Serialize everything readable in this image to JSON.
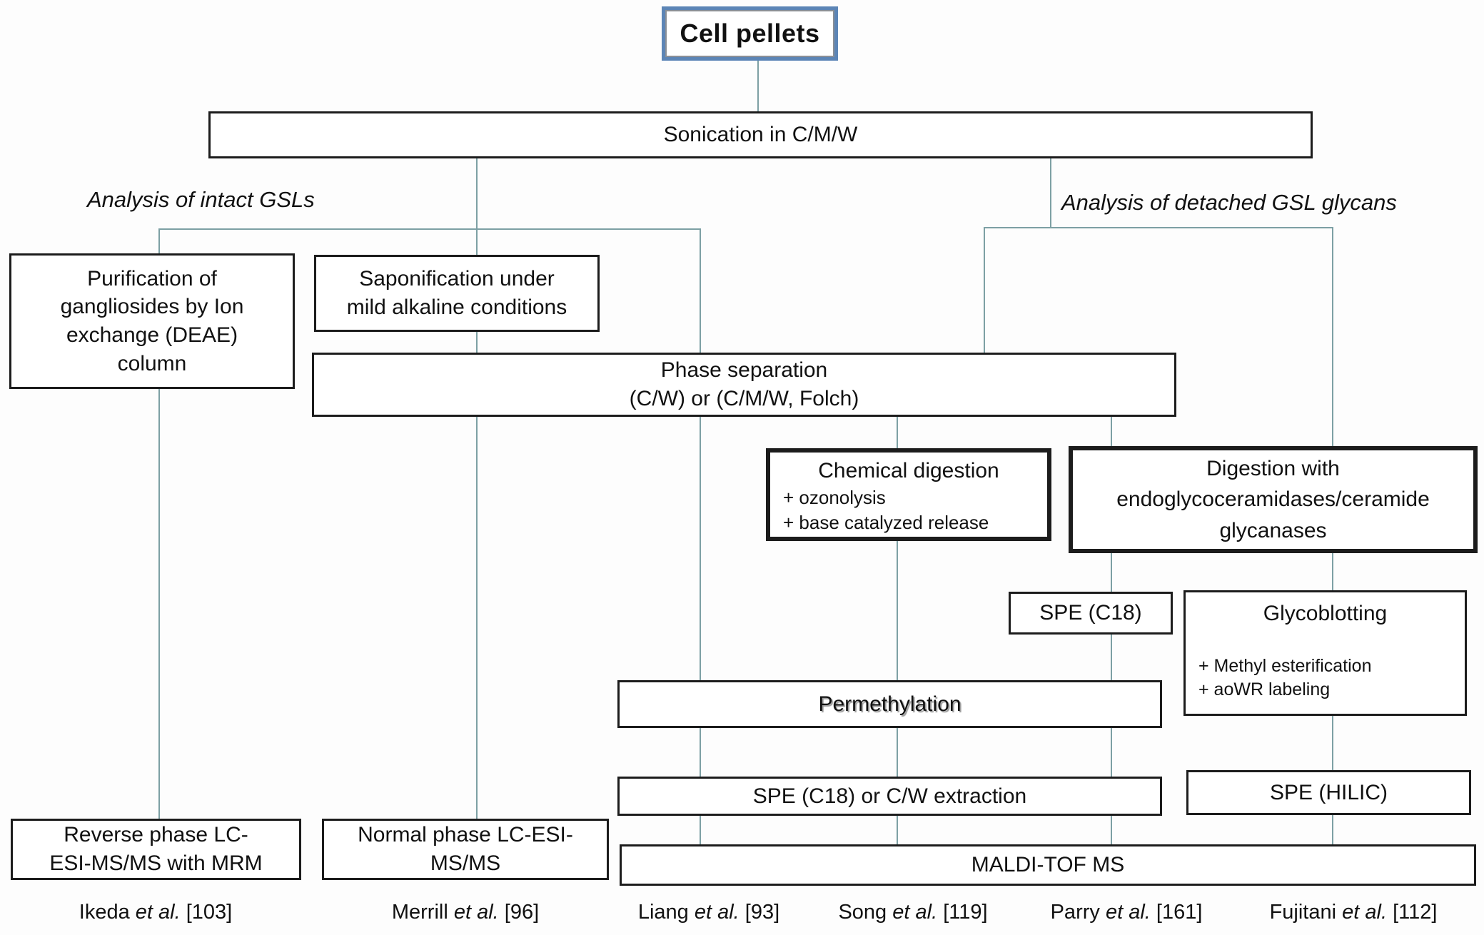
{
  "colors": {
    "accent_blue": "#5c85b6",
    "connector": "#7da0a4",
    "border": "#1c1c1c",
    "text": "#111111"
  },
  "branch_labels": {
    "left": "Analysis of intact GSLs",
    "right": "Analysis of detached GSL glycans"
  },
  "nodes": {
    "cell_pellets": {
      "title": "Cell pellets"
    },
    "sonication": {
      "title": "Sonication in C/M/W"
    },
    "purification": {
      "lines": [
        "Purification of",
        "gangliosides by Ion",
        "exchange (DEAE)",
        "column"
      ]
    },
    "saponification": {
      "lines": [
        "Saponification under",
        "mild alkaline conditions"
      ]
    },
    "phase_separation": {
      "lines": [
        "Phase separation",
        "(C/W) or (C/M/W,  Folch)"
      ]
    },
    "chemical_digestion": {
      "title": "Chemical digestion",
      "bullets": [
        "+ ozonolysis",
        "+ base catalyzed release"
      ]
    },
    "digestion_endo": {
      "lines": [
        "Digestion with",
        "endoglycoceramidases/ceramide",
        "glycanases"
      ]
    },
    "spe_c18": {
      "title": "SPE (C18)"
    },
    "glycoblotting": {
      "title": "Glycoblotting",
      "bullets": [
        "+ Methyl esterification",
        "+ aoWR labeling"
      ]
    },
    "permethylation": {
      "title": "Permethylation"
    },
    "spe_c18_cw": {
      "title": "SPE (C18) or C/W extraction"
    },
    "spe_hilic": {
      "title": "SPE (HILIC)"
    },
    "reverse_phase": {
      "lines": [
        "Reverse phase LC-",
        "ESI-MS/MS with MRM"
      ]
    },
    "normal_phase": {
      "lines": [
        "Normal phase LC-ESI-",
        "MS/MS"
      ]
    },
    "maldi": {
      "title": "MALDI-TOF MS"
    }
  },
  "citations": [
    {
      "name": "Ikeda",
      "etal": "et al.",
      "ref": "[103]"
    },
    {
      "name": "Merrill",
      "etal": "et al.",
      "ref": "[96]"
    },
    {
      "name": "Liang",
      "etal": "et al.",
      "ref": "[93]"
    },
    {
      "name": "Song",
      "etal": "et al.",
      "ref": "[119]"
    },
    {
      "name": "Parry",
      "etal": "et al.",
      "ref": "[161]"
    },
    {
      "name": "Fujitani",
      "etal": "et al.",
      "ref": "[112]"
    }
  ]
}
